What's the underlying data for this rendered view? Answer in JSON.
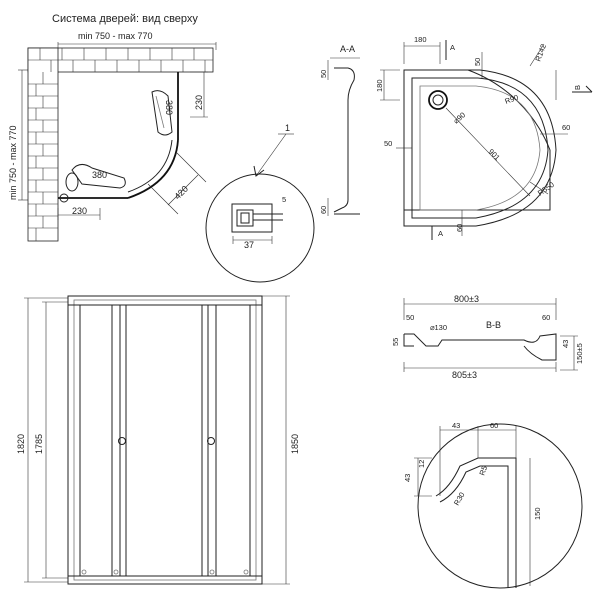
{
  "plan": {
    "title": "Система дверей: вид сверху",
    "width_range": "min 750 - max 770",
    "depth_range": "min 750 - max 770",
    "d230_top": "230",
    "d380_top": "380",
    "d380_bottom": "380",
    "d230_bottom": "230",
    "d420": "420",
    "callout": "1"
  },
  "detail": {
    "d5": "5",
    "d37": "37"
  },
  "section_aa": {
    "label": "A-A",
    "d50": "50",
    "d60": "60"
  },
  "tray": {
    "d180": "180",
    "markA_top": "A",
    "markA_bottom": "A",
    "d50_top": "50",
    "r142": "R142",
    "markB": "B",
    "d180_left": "180",
    "r90": "R90",
    "d90": "⌀90",
    "d60_right": "60",
    "d50_left": "50",
    "d901": "901",
    "r550": "R550",
    "d60_bottom": "60"
  },
  "front": {
    "d1820": "1820",
    "d1785": "1785",
    "d1850": "1850"
  },
  "section_bb": {
    "top_dim": "800±3",
    "label": "B-B",
    "d50": "50",
    "d60": "60",
    "hole": "⌀130",
    "d55": "55",
    "d43": "43",
    "d150": "150±5",
    "bottom_dim": "805±3"
  },
  "detail_circle": {
    "d43_top": "43",
    "d60": "60",
    "d12": "12",
    "d43_left": "43",
    "r5": "R5",
    "r30": "R30",
    "d150": "150"
  }
}
